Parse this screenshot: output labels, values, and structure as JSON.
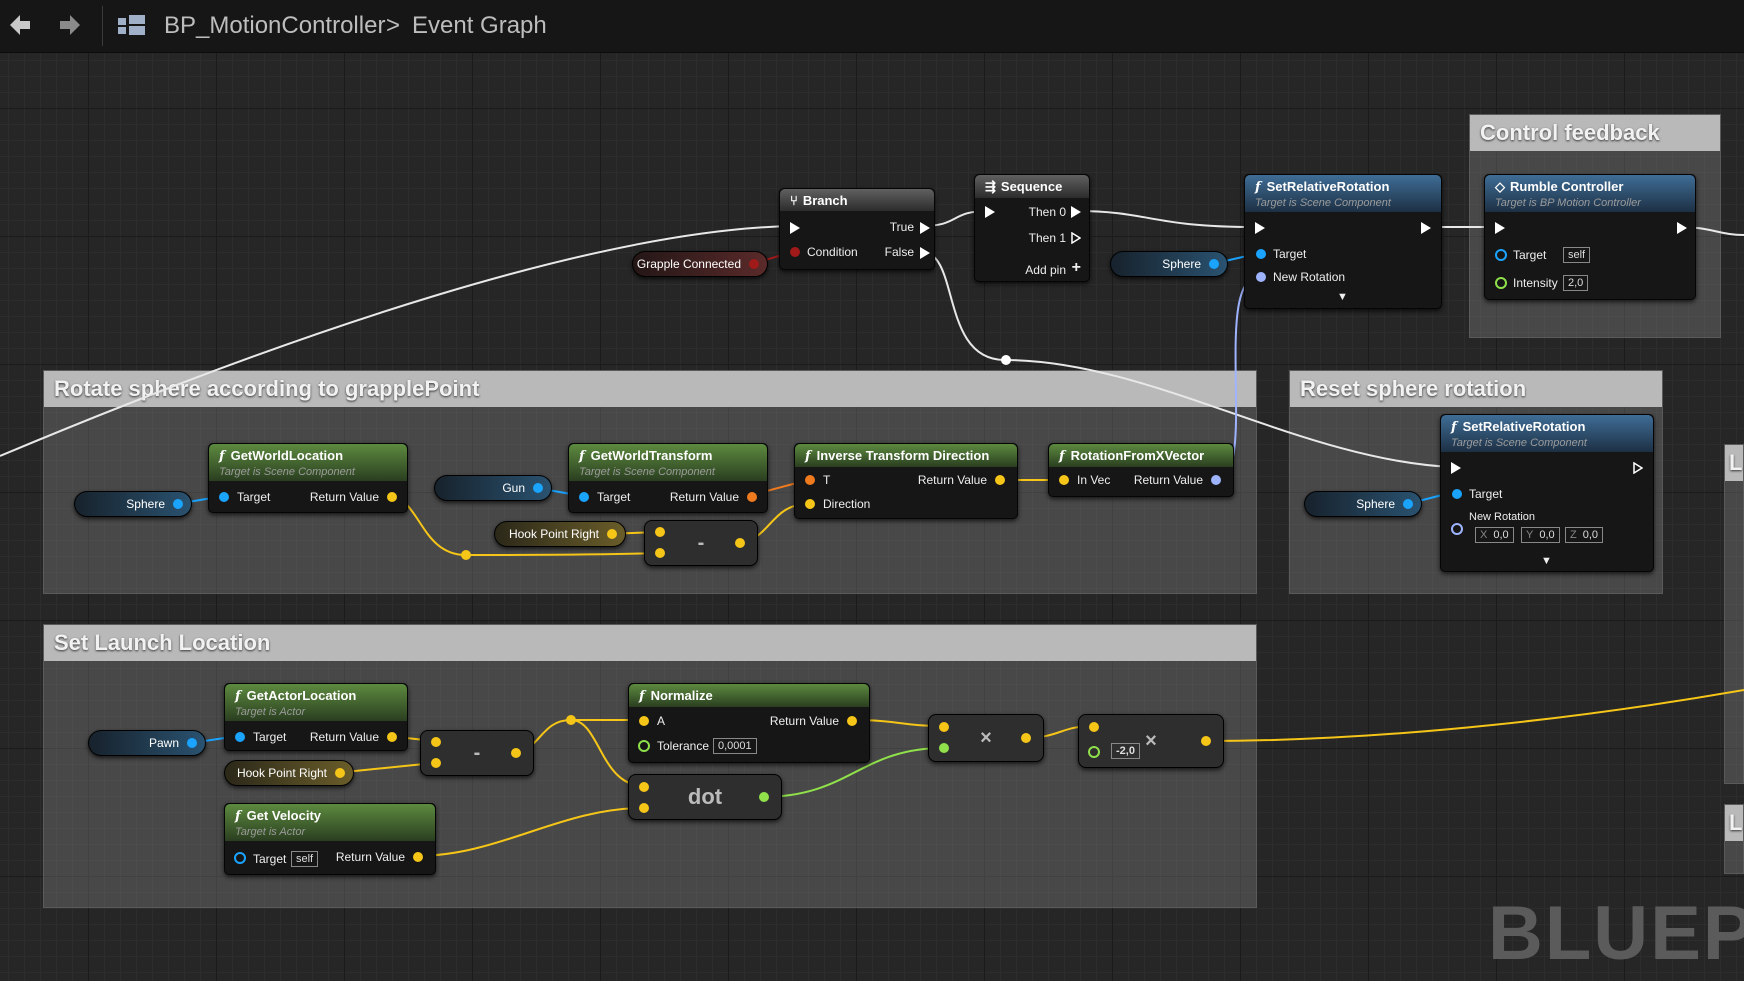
{
  "toolbar": {
    "back_icon": "back-arrow-icon",
    "forward_icon": "forward-arrow-icon",
    "graph_icon": "graph-icon",
    "blueprint_name": "BP_MotionController",
    "separator": ">",
    "graph_name": "Event Graph"
  },
  "comments": {
    "control_feedback": "Control feedback",
    "rotate_sphere": "Rotate sphere according to grapplePoint",
    "reset_rotation": "Reset sphere rotation",
    "set_launch": "Set Launch Location",
    "edge_1": "L",
    "edge_2": "L"
  },
  "branch": {
    "title": "Branch",
    "true": "True",
    "false": "False",
    "condition": "Condition"
  },
  "sequence": {
    "title": "Sequence",
    "then0": "Then 0",
    "then1": "Then 1",
    "add_pin": "Add pin"
  },
  "set_rel_rot_1": {
    "title": "SetRelativeRotation",
    "sub": "Target is Scene Component",
    "target": "Target",
    "new_rotation": "New Rotation"
  },
  "rumble": {
    "title": "Rumble Controller",
    "sub": "Target is BP Motion Controller",
    "target": "Target",
    "target_value": "self",
    "intensity": "Intensity",
    "intensity_value": "2,0"
  },
  "vars": {
    "grapple_connected": "Grapple Connected",
    "sphere": "Sphere",
    "gun": "Gun",
    "hook_point_right": "Hook Point Right",
    "pawn": "Pawn"
  },
  "get_world_location": {
    "title": "GetWorldLocation",
    "sub": "Target is Scene Component",
    "target": "Target",
    "ret": "Return Value"
  },
  "get_world_transform": {
    "title": "GetWorldTransform",
    "sub": "Target is Scene Component",
    "target": "Target",
    "ret": "Return Value"
  },
  "inv_transform": {
    "title": "Inverse Transform Direction",
    "t": "T",
    "direction": "Direction",
    "ret": "Return Value"
  },
  "rot_from_x": {
    "title": "RotationFromXVector",
    "in_vec": "In Vec",
    "ret": "Return Value"
  },
  "set_rel_rot_2": {
    "title": "SetRelativeRotation",
    "sub": "Target is Scene Component",
    "target": "Target",
    "new_rotation": "New Rotation",
    "x_label": "X",
    "x_value": "0,0",
    "y_label": "Y",
    "y_value": "0,0",
    "z_label": "Z",
    "z_value": "0,0"
  },
  "get_actor_location": {
    "title": "GetActorLocation",
    "sub": "Target is Actor",
    "target": "Target",
    "ret": "Return Value"
  },
  "get_velocity": {
    "title": "Get Velocity",
    "sub": "Target is Actor",
    "target": "Target",
    "target_value": "self",
    "ret": "Return Value"
  },
  "normalize": {
    "title": "Normalize",
    "a": "A",
    "tolerance": "Tolerance",
    "tolerance_value": "0,0001",
    "ret": "Return Value"
  },
  "ops": {
    "minus": "-",
    "dot": "dot",
    "multiply": "×",
    "scale_value": "-2,0"
  },
  "watermark": "BLUEPR",
  "colors": {
    "exec": "#ffffff",
    "object": "#1aa3ff",
    "vector": "#f5c518",
    "bool": "#a01a1a",
    "float": "#8fe04a",
    "transform": "#f07a1e",
    "rotator": "#9fb4ff"
  }
}
